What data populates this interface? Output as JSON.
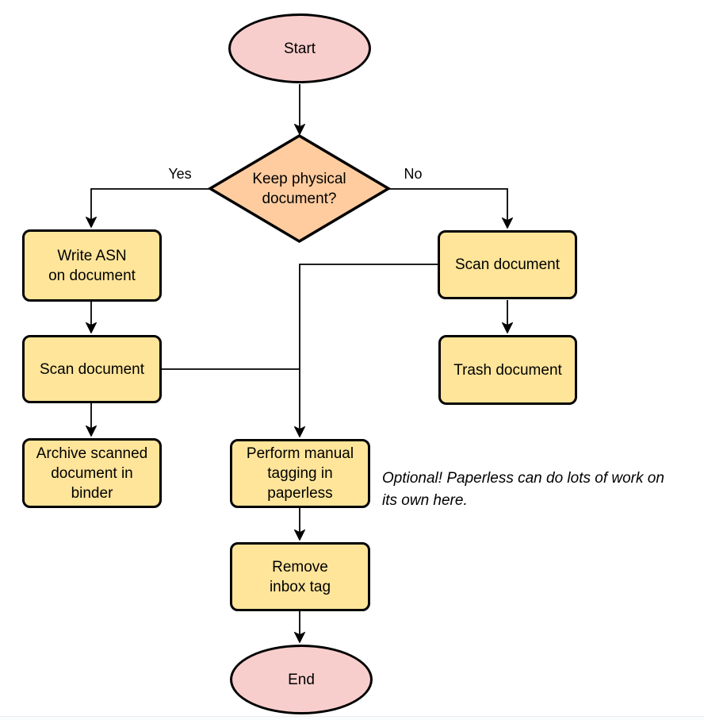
{
  "diagram": {
    "nodes": {
      "start": {
        "label": "Start",
        "shape": "terminal"
      },
      "decision": {
        "label": "Keep physical\ndocument?",
        "shape": "decision"
      },
      "write_asn": {
        "label": "Write ASN\non document",
        "shape": "process"
      },
      "scan_left": {
        "label": "Scan document",
        "shape": "process"
      },
      "archive": {
        "label": "Archive scanned\ndocument in\nbinder",
        "shape": "process"
      },
      "scan_right": {
        "label": "Scan document",
        "shape": "process"
      },
      "trash": {
        "label": "Trash document",
        "shape": "process"
      },
      "perform_tagging": {
        "label": "Perform manual\ntagging in\npaperless",
        "shape": "process"
      },
      "remove_inbox_tag": {
        "label": "Remove\ninbox tag",
        "shape": "process"
      },
      "end": {
        "label": "End",
        "shape": "terminal"
      }
    },
    "edge_labels": {
      "yes": "Yes",
      "no": "No"
    },
    "annotation": "Optional! Paperless can do lots of work on\nits own here.",
    "colors": {
      "terminal_fill": "#f8cecc",
      "decision_fill": "#ffcc9f",
      "process_fill": "#ffe59a",
      "stroke": "#000000",
      "background": "#ffffff",
      "bottom_divider": "#ececec"
    }
  }
}
